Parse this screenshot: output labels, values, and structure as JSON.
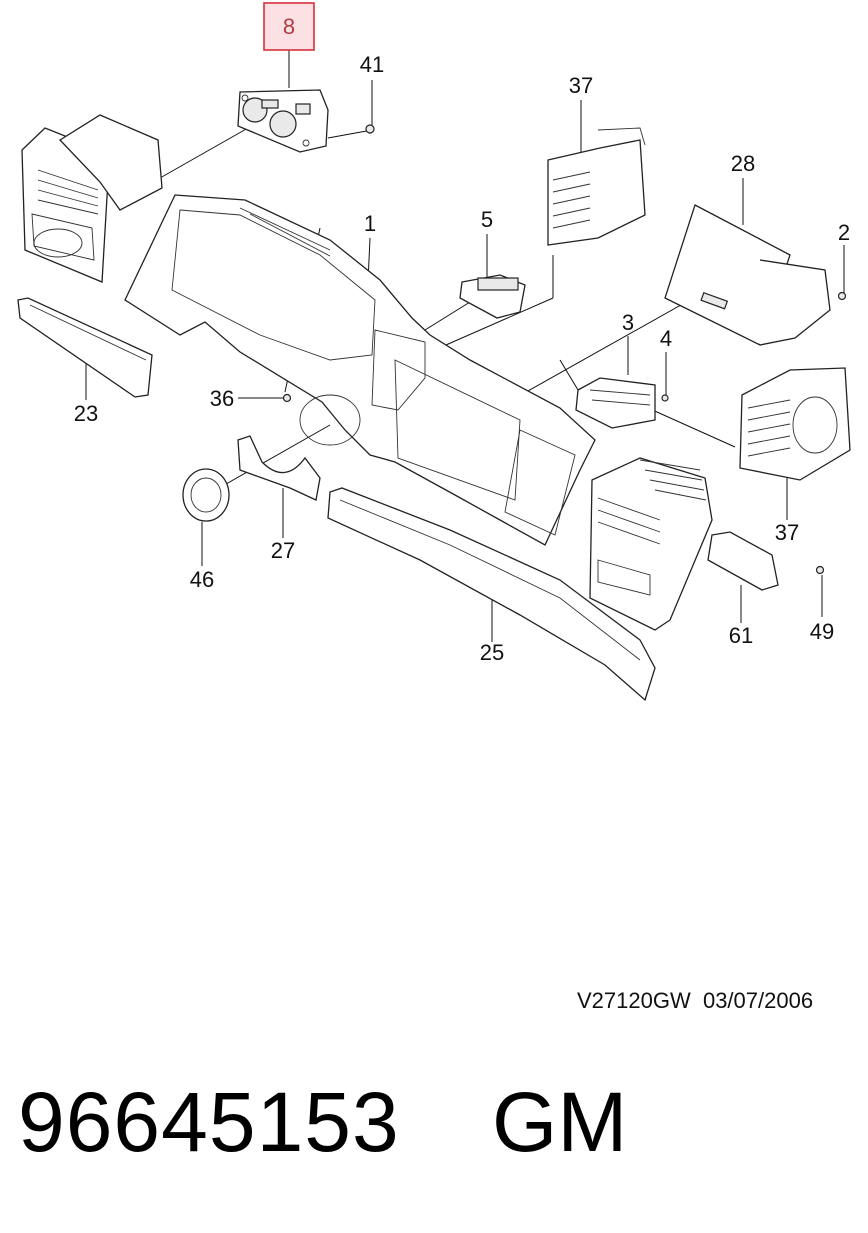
{
  "diagram": {
    "highlighted_callout": "8",
    "callouts": {
      "c8": "8",
      "c41": "41",
      "c37a": "37",
      "c28": "28",
      "c1": "1",
      "c5": "5",
      "c2": "2",
      "c3": "3",
      "c4": "4",
      "c23": "23",
      "c36": "36",
      "c37b": "37",
      "c27": "27",
      "c46": "46",
      "c61": "61",
      "c49": "49",
      "c25": "25"
    },
    "colors": {
      "highlight_fill": "#fbe1e3",
      "highlight_stroke": "#d7303c",
      "line": "#222222"
    }
  },
  "footer": {
    "reference": "V27120GW  03/07/2006",
    "part_number": "96645153",
    "brand": "GM"
  }
}
